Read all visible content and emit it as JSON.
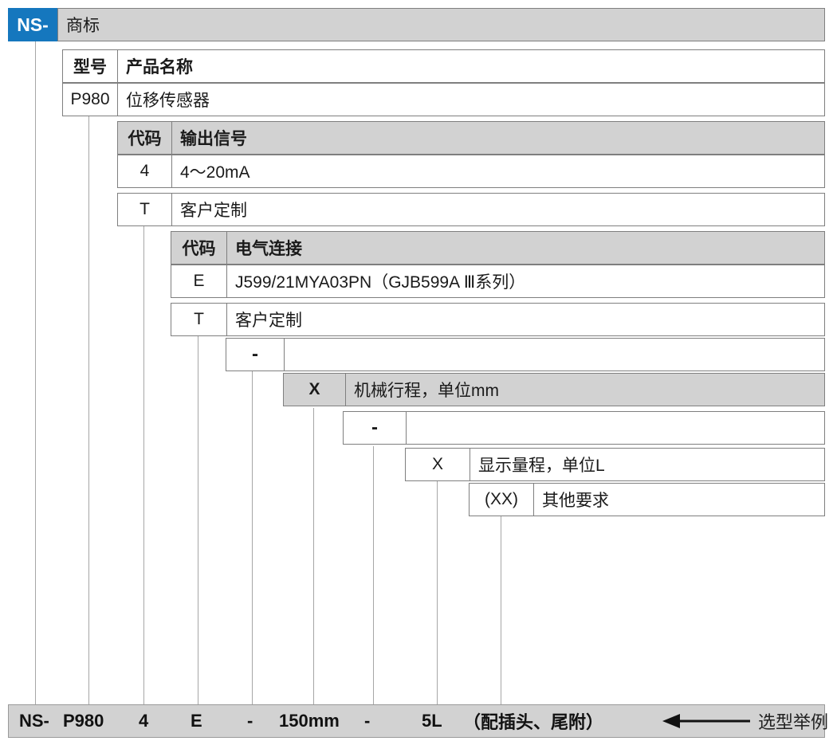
{
  "brand": {
    "chip_label": "NS-",
    "chip_color": "#1577be",
    "header_label": "商标"
  },
  "levels": [
    {
      "id": "model",
      "header": {
        "code": "型号",
        "desc": "产品名称"
      },
      "rows": [
        {
          "code": "P980",
          "desc": "位移传感器"
        }
      ]
    },
    {
      "id": "output-signal",
      "header": {
        "code": "代码",
        "desc": "输出信号"
      },
      "rows": [
        {
          "code": "4",
          "desc": "4～20mA"
        },
        {
          "code": "T",
          "desc": "客户定制"
        }
      ]
    },
    {
      "id": "electrical-connection",
      "header": {
        "code": "代码",
        "desc": "电气连接"
      },
      "rows": [
        {
          "code": "E",
          "desc": "J599/21MYA03PN（GJB599A Ⅲ系列）"
        },
        {
          "code": "T",
          "desc": "客户定制"
        }
      ]
    },
    {
      "id": "separator-1",
      "rows": [
        {
          "code": "-",
          "desc": ""
        }
      ]
    },
    {
      "id": "mechanical-stroke",
      "header": {
        "code": "X",
        "desc": "机械行程，单位mm"
      },
      "rows": []
    },
    {
      "id": "separator-2",
      "rows": [
        {
          "code": "-",
          "desc": ""
        }
      ]
    },
    {
      "id": "display-range",
      "rows": [
        {
          "code": "X",
          "desc": "显示量程，单位L"
        },
        {
          "code": "(XX)",
          "desc": "其他要求"
        }
      ]
    }
  ],
  "example": {
    "tokens": [
      "NS-",
      "P980",
      "4",
      "E",
      "-",
      "150mm",
      "-",
      "5L",
      "（配插头、尾附）"
    ],
    "note": "选型举例",
    "arrow_icon": "left-arrow-icon"
  },
  "colors": {
    "accent": "#1577be",
    "header_fill": "#d2d2d2",
    "border": "#7f7f7f",
    "connector": "#a6a6a6"
  }
}
